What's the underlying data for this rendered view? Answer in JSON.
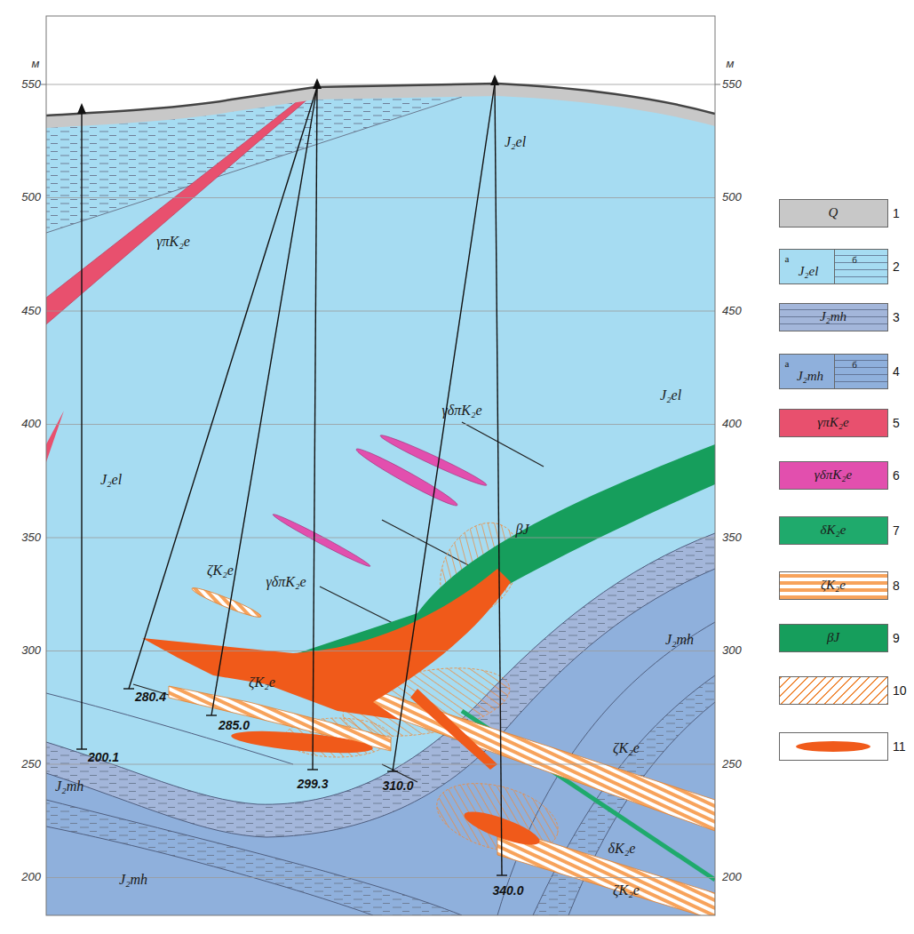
{
  "diagram": {
    "labels": [
      "м",
      "м",
      "550",
      "500",
      "450",
      "400",
      "350",
      "300",
      "250",
      "200",
      "550",
      "500",
      "450",
      "400",
      "350",
      "300",
      "250",
      "200",
      "J₂el",
      "J₂el",
      "J₂el",
      "γπK₂e",
      "γδπK₂e",
      "γδπK₂e",
      "ζK₂e",
      "ζK₂e",
      "ζK₂e",
      "ζK₂e",
      "βJ",
      "δK₂e",
      "J₂mh",
      "J₂mh",
      "J₂mh",
      "200.1",
      "280.4",
      "285.0",
      "299.3",
      "310.0",
      "340.0",
      "Q",
      "a",
      "J₂el",
      "б",
      "J₂mh",
      "a",
      "J₂mh",
      "б",
      "γπK₂e",
      "γδπK₂e",
      "δK₂e",
      "ζK₂e",
      "βJ"
    ],
    "legend": [
      {
        "text": "1",
        "color": "#c8c8c8"
      },
      {
        "text": "2",
        "color": "#a6dcf2"
      },
      {
        "text": "3",
        "color": "#a3b6da"
      },
      {
        "text": "4",
        "color": "#8fb0dc"
      },
      {
        "text": "5",
        "color": "#e8506e"
      },
      {
        "text": "6",
        "color": "#e24fae"
      },
      {
        "text": "7",
        "color": "#1faa6c"
      },
      {
        "text": "8",
        "color": "#f7a35c"
      },
      {
        "text": "9",
        "color": "#169e5c"
      },
      {
        "text": "10"
      },
      {
        "text": "11"
      }
    ]
  }
}
